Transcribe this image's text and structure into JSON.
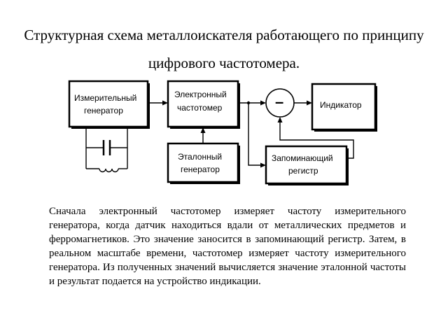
{
  "title": "Структурная схема металлоискателя работающего по принципу цифрового частотомера.",
  "blocks": {
    "measuring_generator": {
      "line1": "Измерительный",
      "line2": "генератор"
    },
    "frequency_counter": {
      "line1": "Электронный",
      "line2": "частотомер"
    },
    "reference_generator": {
      "line1": "Эталонный",
      "line2": "генератор"
    },
    "subtractor": {
      "symbol": "–"
    },
    "indicator": {
      "line1": "Индикатор"
    },
    "memory_register": {
      "line1": "Запоминающий",
      "line2": "регистр"
    }
  },
  "description": "Сначала электронный частотомер измеряет частоту измерительного генератора, когда датчик находиться вдали от металлических предметов и ферромагнетиков. Это значение заносится в запоминающий регистр. Затем, в реальном масштабе времени, частотомер измеряет частоту измерительного генератора. Из полученных значений вычисляется значение эталонной частоты и результат подается на устройство индикации."
}
